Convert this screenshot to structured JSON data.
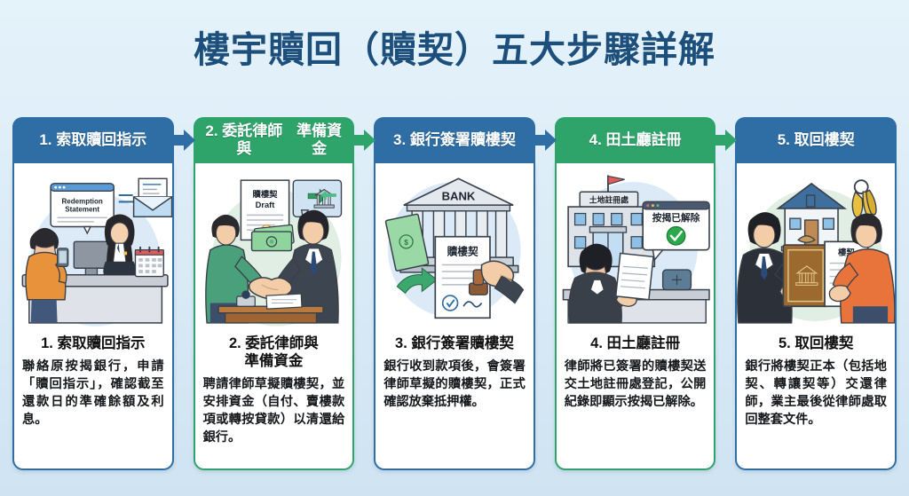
{
  "page": {
    "title": "樓宇贖回（贖契）五大步驟詳解",
    "background_color": "#dfeef9",
    "title_color": "#1c4f7c"
  },
  "colors": {
    "blue": "#2f6ea5",
    "green": "#2ea46b",
    "accent_green_check": "#2aa84a",
    "money_green": "#7fd18f"
  },
  "steps": [
    {
      "index": "1",
      "theme": "blue",
      "header": "1. 索取贖回指示",
      "caption_title": "1. 索取贖回指示",
      "caption_body": "聯絡原按揭銀行，申請「贖回指示」，確認截至還款日的準確餘額及利息。",
      "illustration": {
        "name": "bank-counter-redemption-statement",
        "labels": {
          "bubble_line1": "Redemption",
          "bubble_line2": "Statement"
        }
      },
      "arrow": true
    },
    {
      "index": "2",
      "theme": "green",
      "header": "2. 委託律師與\n準備資金",
      "header_line1": "2. 委託律師與",
      "header_line2": "準備資金",
      "caption_title": "2. 委託律師與\n準備資金",
      "caption_title_line1": "2. 委託律師與",
      "caption_title_line2": "準備資金",
      "caption_body": "聘請律師草擬贖樓契，並安排資金（自付、賣樓款項或轉按貸款）以清還給銀行。",
      "illustration": {
        "name": "handshake-lawyer-funds",
        "labels": {
          "doc_line1": "贖樓契",
          "doc_line2": "Draft"
        }
      },
      "arrow": true
    },
    {
      "index": "3",
      "theme": "blue",
      "header": "3. 銀行簽署\n贖樓契",
      "header_line1": "3. 銀行簽署",
      "header_line2": "贖樓契",
      "caption_title": "3. 銀行簽署贖樓契",
      "caption_body": "銀行收到款項後，會簽署律師草擬的贖樓契，正式確認放棄抵押權。",
      "illustration": {
        "name": "bank-signs-redemption-deed",
        "labels": {
          "bank_sign": "BANK",
          "deed_title": "贖樓契"
        }
      },
      "arrow": true
    },
    {
      "index": "4",
      "theme": "green",
      "header": "4. 田土廳註冊",
      "caption_title": "4. 田土廳註冊",
      "caption_body": "律師將已簽署的贖樓契送交土地註冊處登記，公開紀錄即顯示按揭已解除。",
      "illustration": {
        "name": "land-registry-submission",
        "labels": {
          "building_sign": "土地註冊處",
          "bubble_text": "按揭已解除"
        }
      },
      "arrow": true
    },
    {
      "index": "5",
      "theme": "blue",
      "header": "5. 取回樓契",
      "caption_title": "5. 取回樓契",
      "caption_body": "銀行將樓契正本（包括地契、轉讓契等）交還律師，業主最後從律師處取回整套文件。",
      "illustration": {
        "name": "handover-title-deeds",
        "labels": {
          "deed_label": "樓契"
        }
      },
      "arrow": false
    }
  ]
}
